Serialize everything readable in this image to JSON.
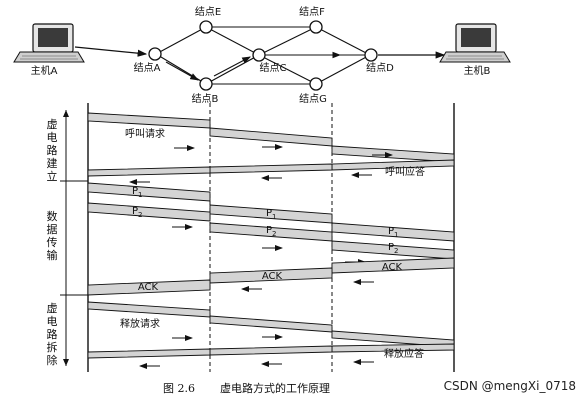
{
  "network": {
    "host_a": "主机A",
    "host_b": "主机B",
    "nodes": {
      "A": "结点A",
      "B": "结点B",
      "C": "结点C",
      "D": "结点D",
      "E": "结点E",
      "F": "结点F",
      "G": "结点G"
    }
  },
  "phases": {
    "setup": [
      "虚",
      "电",
      "路",
      "建",
      "立"
    ],
    "data": [
      "数",
      "据",
      "传",
      "输"
    ],
    "teardown": [
      "虚",
      "电",
      "路",
      "拆",
      "除"
    ]
  },
  "messages": {
    "call_request": "呼叫请求",
    "call_answer": "呼叫应答",
    "p1_base": "P",
    "p1_sub": "1",
    "p2_base": "P",
    "p2_sub": "2",
    "ack": "ACK",
    "release_request": "释放请求",
    "release_answer": "释放应答"
  },
  "caption": {
    "figure_no": "图 2.6",
    "title": "虚电路方式的工作原理"
  },
  "watermark": "CSDN @mengXi_0718",
  "colors": {
    "ink": "#111111",
    "band_fill": "#d4d4d4"
  }
}
